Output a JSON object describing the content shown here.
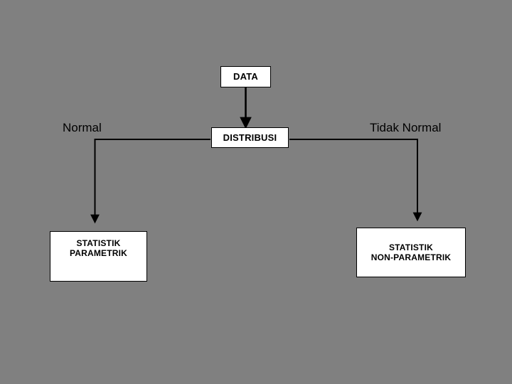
{
  "diagram": {
    "title": "DATA distribution flowchart",
    "background_color": "#808080",
    "line_color": "#000000",
    "box_fill_color": "#ffffff",
    "text_color": "#000000",
    "nodes": [
      {
        "id": "data",
        "label": "DATA"
      },
      {
        "id": "distribusi",
        "label": "DISTRIBUSI"
      },
      {
        "id": "parametrik",
        "label": "STATISTIK\nPARAMETRIK"
      },
      {
        "id": "nonparametrik",
        "label": "STATISTIK\nNON-PARAMETRIK"
      }
    ],
    "branch_labels": [
      {
        "id": "normal",
        "label": "Normal"
      },
      {
        "id": "tidak-normal",
        "label": "Tidak Normal"
      }
    ],
    "edges": [
      {
        "from": "data",
        "to": "distribusi",
        "label": "",
        "arrow": true
      },
      {
        "from": "distribusi",
        "to": "parametrik",
        "label": "Normal",
        "arrow": true
      },
      {
        "from": "distribusi",
        "to": "nonparametrik",
        "label": "Tidak Normal",
        "arrow": true
      }
    ]
  }
}
